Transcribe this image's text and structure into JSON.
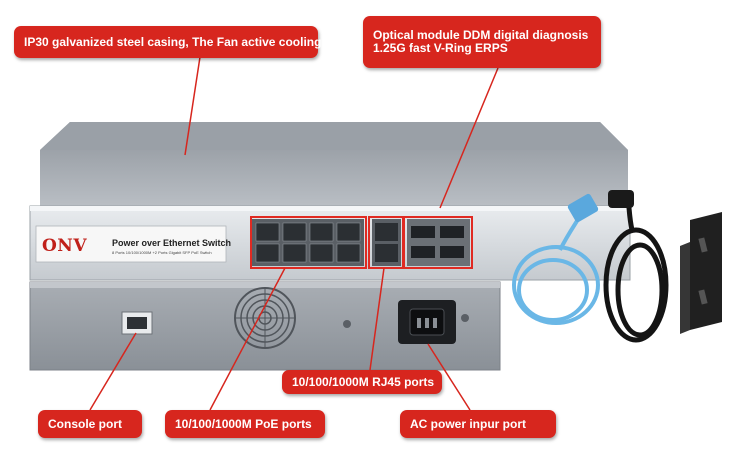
{
  "callouts": {
    "casing": "IP30 galvanized steel casing, The Fan active cooling",
    "optical_line1": "Optical module DDM digital diagnosis",
    "optical_line2": "1.25G fast V-Ring ERPS",
    "rj45": "10/100/1000M  RJ45 ports",
    "console": "Console port",
    "poe": "10/100/1000M  PoE ports",
    "ac": "AC power  inpur  port"
  },
  "device": {
    "brand": "ONV",
    "title": "Power over Ethernet Switch",
    "subtitle": "8 Ports 10/100/1000M +2 Ports Gigabit SFP PoE Switch"
  },
  "colors": {
    "callout": "#d7261e",
    "highlight": "#e02a22",
    "cable": "#6ab7e6"
  }
}
